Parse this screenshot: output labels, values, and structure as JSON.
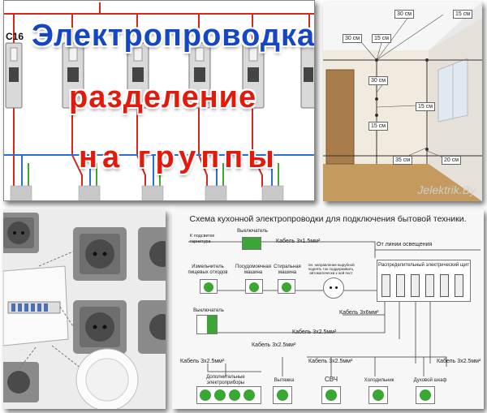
{
  "panel1": {
    "breaker_label": "C16",
    "title_line1": "Электропроводка",
    "title_line2": "разделение",
    "title_line3": "на группы"
  },
  "panel2": {
    "measurements": [
      "30 см",
      "15 см",
      "30 см",
      "15 см",
      "30 см",
      "15 см",
      "15 см",
      "35 см",
      "20 см"
    ],
    "watermark": "Jelektrik.By"
  },
  "panel4": {
    "title": "Схема кухонной электропроводки для подключения бытовой техники.",
    "labels": {
      "to_lighting": "К подсветке гарнитура",
      "switch_top": "Выключатель",
      "cable_top": "Кабель 3x1.5мм²",
      "from_lighting": "От линии освещения",
      "grinder": "Измельчитель пищевых отходов",
      "dishwasher": "Посудомоечная машина",
      "washer": "Стиральная машина",
      "socket_note": "Эл. направление вырубной поднять ток поддерживать, автоматически к ней пост",
      "switchboard": "Распределительный электрический щит",
      "switch_mid": "Выключатель",
      "cable_6": "Кабель 3x6мм²",
      "cable_25_a": "Кабель 3x2.5мм²",
      "cable_25_b": "Кабель 3x2.5мм²",
      "cable_25_c": "Кабель 3x2.5мм²",
      "cable_25_d": "Кабель 3x2.5мм²",
      "cable_25_e": "Кабель 3x2.5мм²",
      "extra": "Дополнительные электроприборы",
      "hood": "Вытяжка",
      "microwave": "СВЧ",
      "fridge": "Холодильник",
      "oven": "Духовой шкаф"
    }
  },
  "colors": {
    "title_blue": "#1547c4",
    "title_red": "#e21a0c",
    "wire_red": "#d6271b",
    "wire_blue": "#2a6fd0",
    "wire_green": "#43a52a",
    "socket_green": "#3aa634"
  }
}
